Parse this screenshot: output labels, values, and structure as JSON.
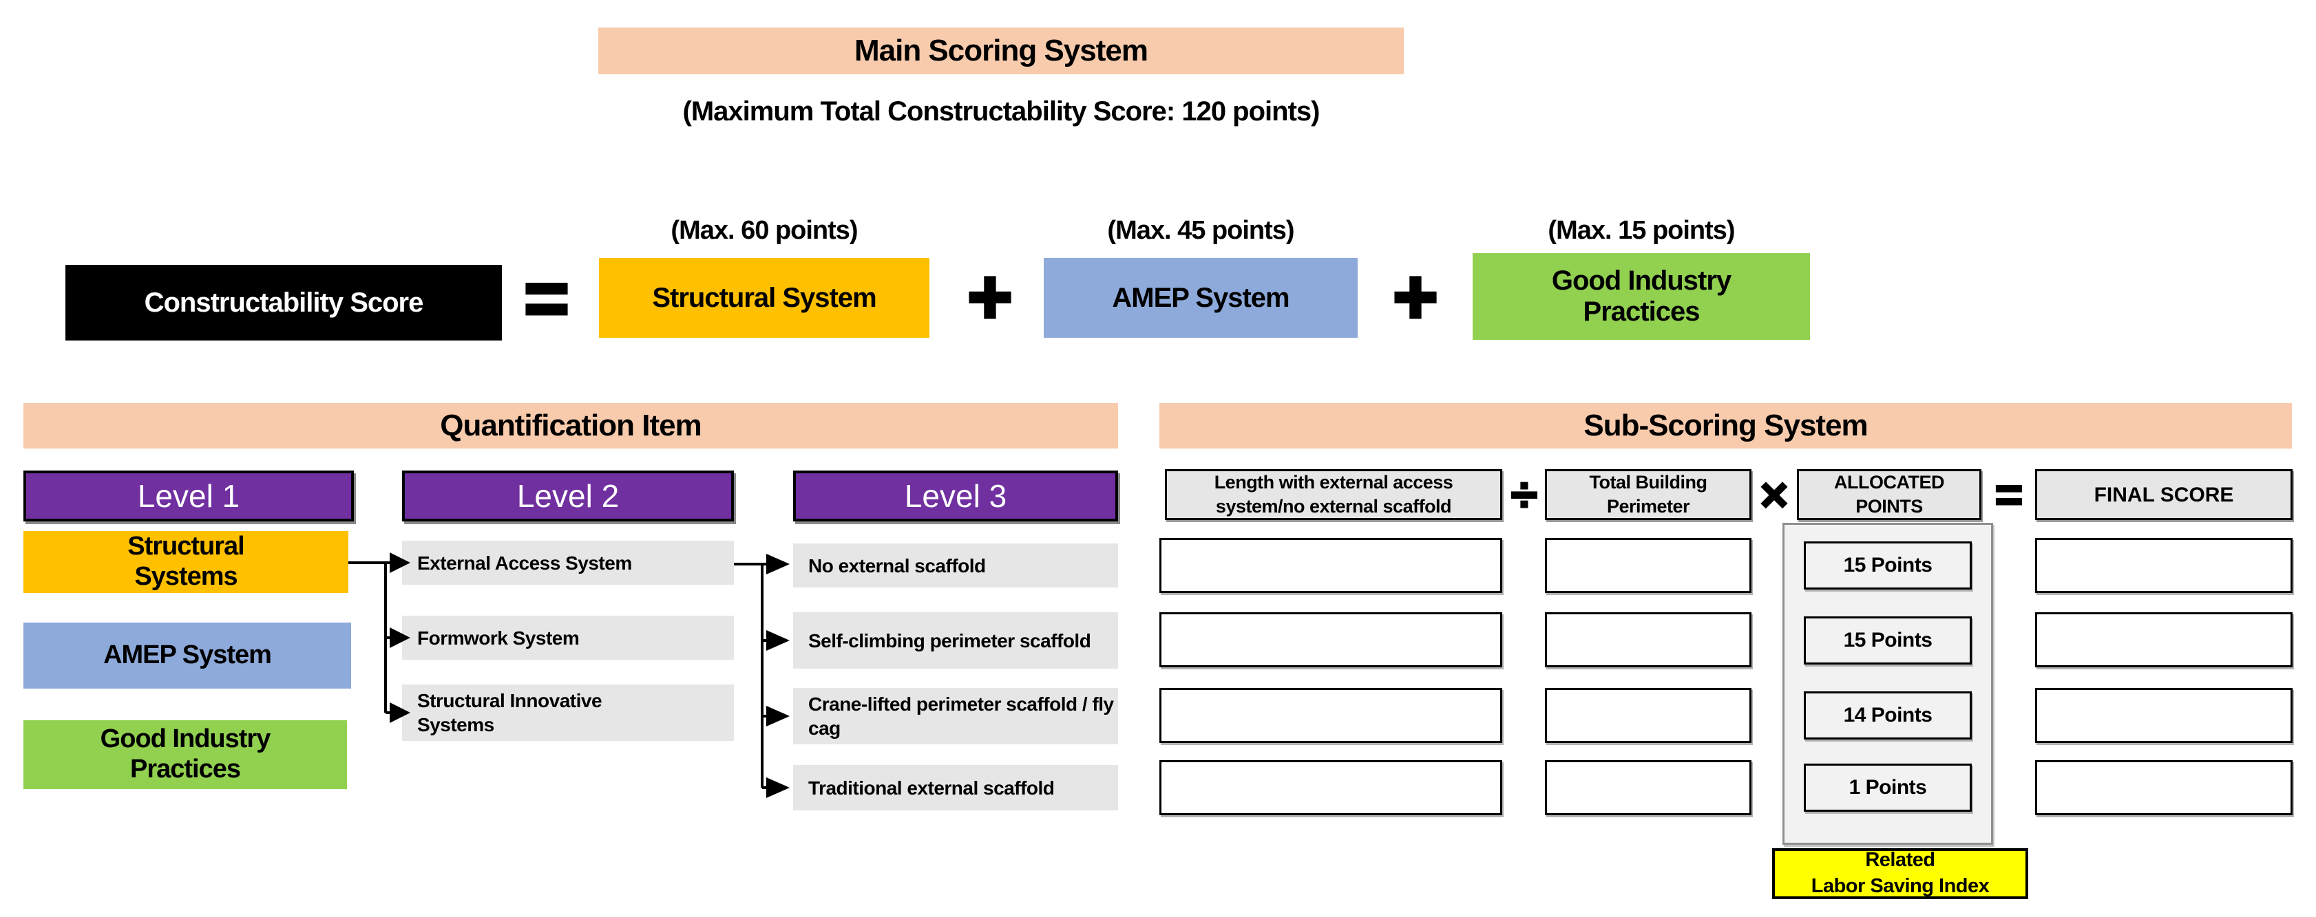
{
  "title": {
    "header": "Main Scoring System",
    "subtitle": "(Maximum Total Constructability Score: 120 points)"
  },
  "equation": {
    "result": "Constructability Score",
    "equals": "=",
    "plus": "+",
    "terms": [
      {
        "label": "Structural System",
        "max": "(Max. 60 points)"
      },
      {
        "label": "AMEP System",
        "max": "(Max. 45 points)"
      },
      {
        "label": "Good Industry Practices",
        "max": "(Max. 15 points)"
      }
    ]
  },
  "quantification": {
    "header": "Quantification Item",
    "level_headers": [
      "Level 1",
      "Level 2",
      "Level 3"
    ],
    "level1": [
      "Structural Systems",
      "AMEP System",
      "Good Industry Practices"
    ],
    "level2": [
      "External Access System",
      "Formwork System",
      "Structural Innovative Systems"
    ],
    "level3": [
      "No external scaffold",
      "Self-climbing perimeter scaffold",
      "Crane-lifted perimeter scaffold / fly cag",
      "Traditional external scaffold"
    ]
  },
  "sub_scoring": {
    "header": "Sub-Scoring System",
    "operators": {
      "divide": "÷",
      "multiply": "×",
      "equals": "="
    },
    "col_headers": {
      "numerator": "Length with external access system/no external scaffold",
      "denominator": "Total Building Perimeter",
      "allocated": "ALLOCATED POINTS",
      "final": "FINAL SCORE"
    },
    "allocated_points": [
      "15 Points",
      "15 Points",
      "14 Points",
      "1 Points"
    ],
    "footnote": {
      "line1": "Related",
      "line2": "Labor Saving Index"
    }
  },
  "colors": {
    "peach": "#F8CBAD",
    "orange": "#FFC000",
    "blue": "#8EAADB",
    "green": "#92D050",
    "purple": "#7030A0",
    "gray_box": "#E7E6E6",
    "panel_gray": "#F2F2F2",
    "yellow": "#FFFF00",
    "black": "#000000",
    "white": "#FFFFFF"
  }
}
